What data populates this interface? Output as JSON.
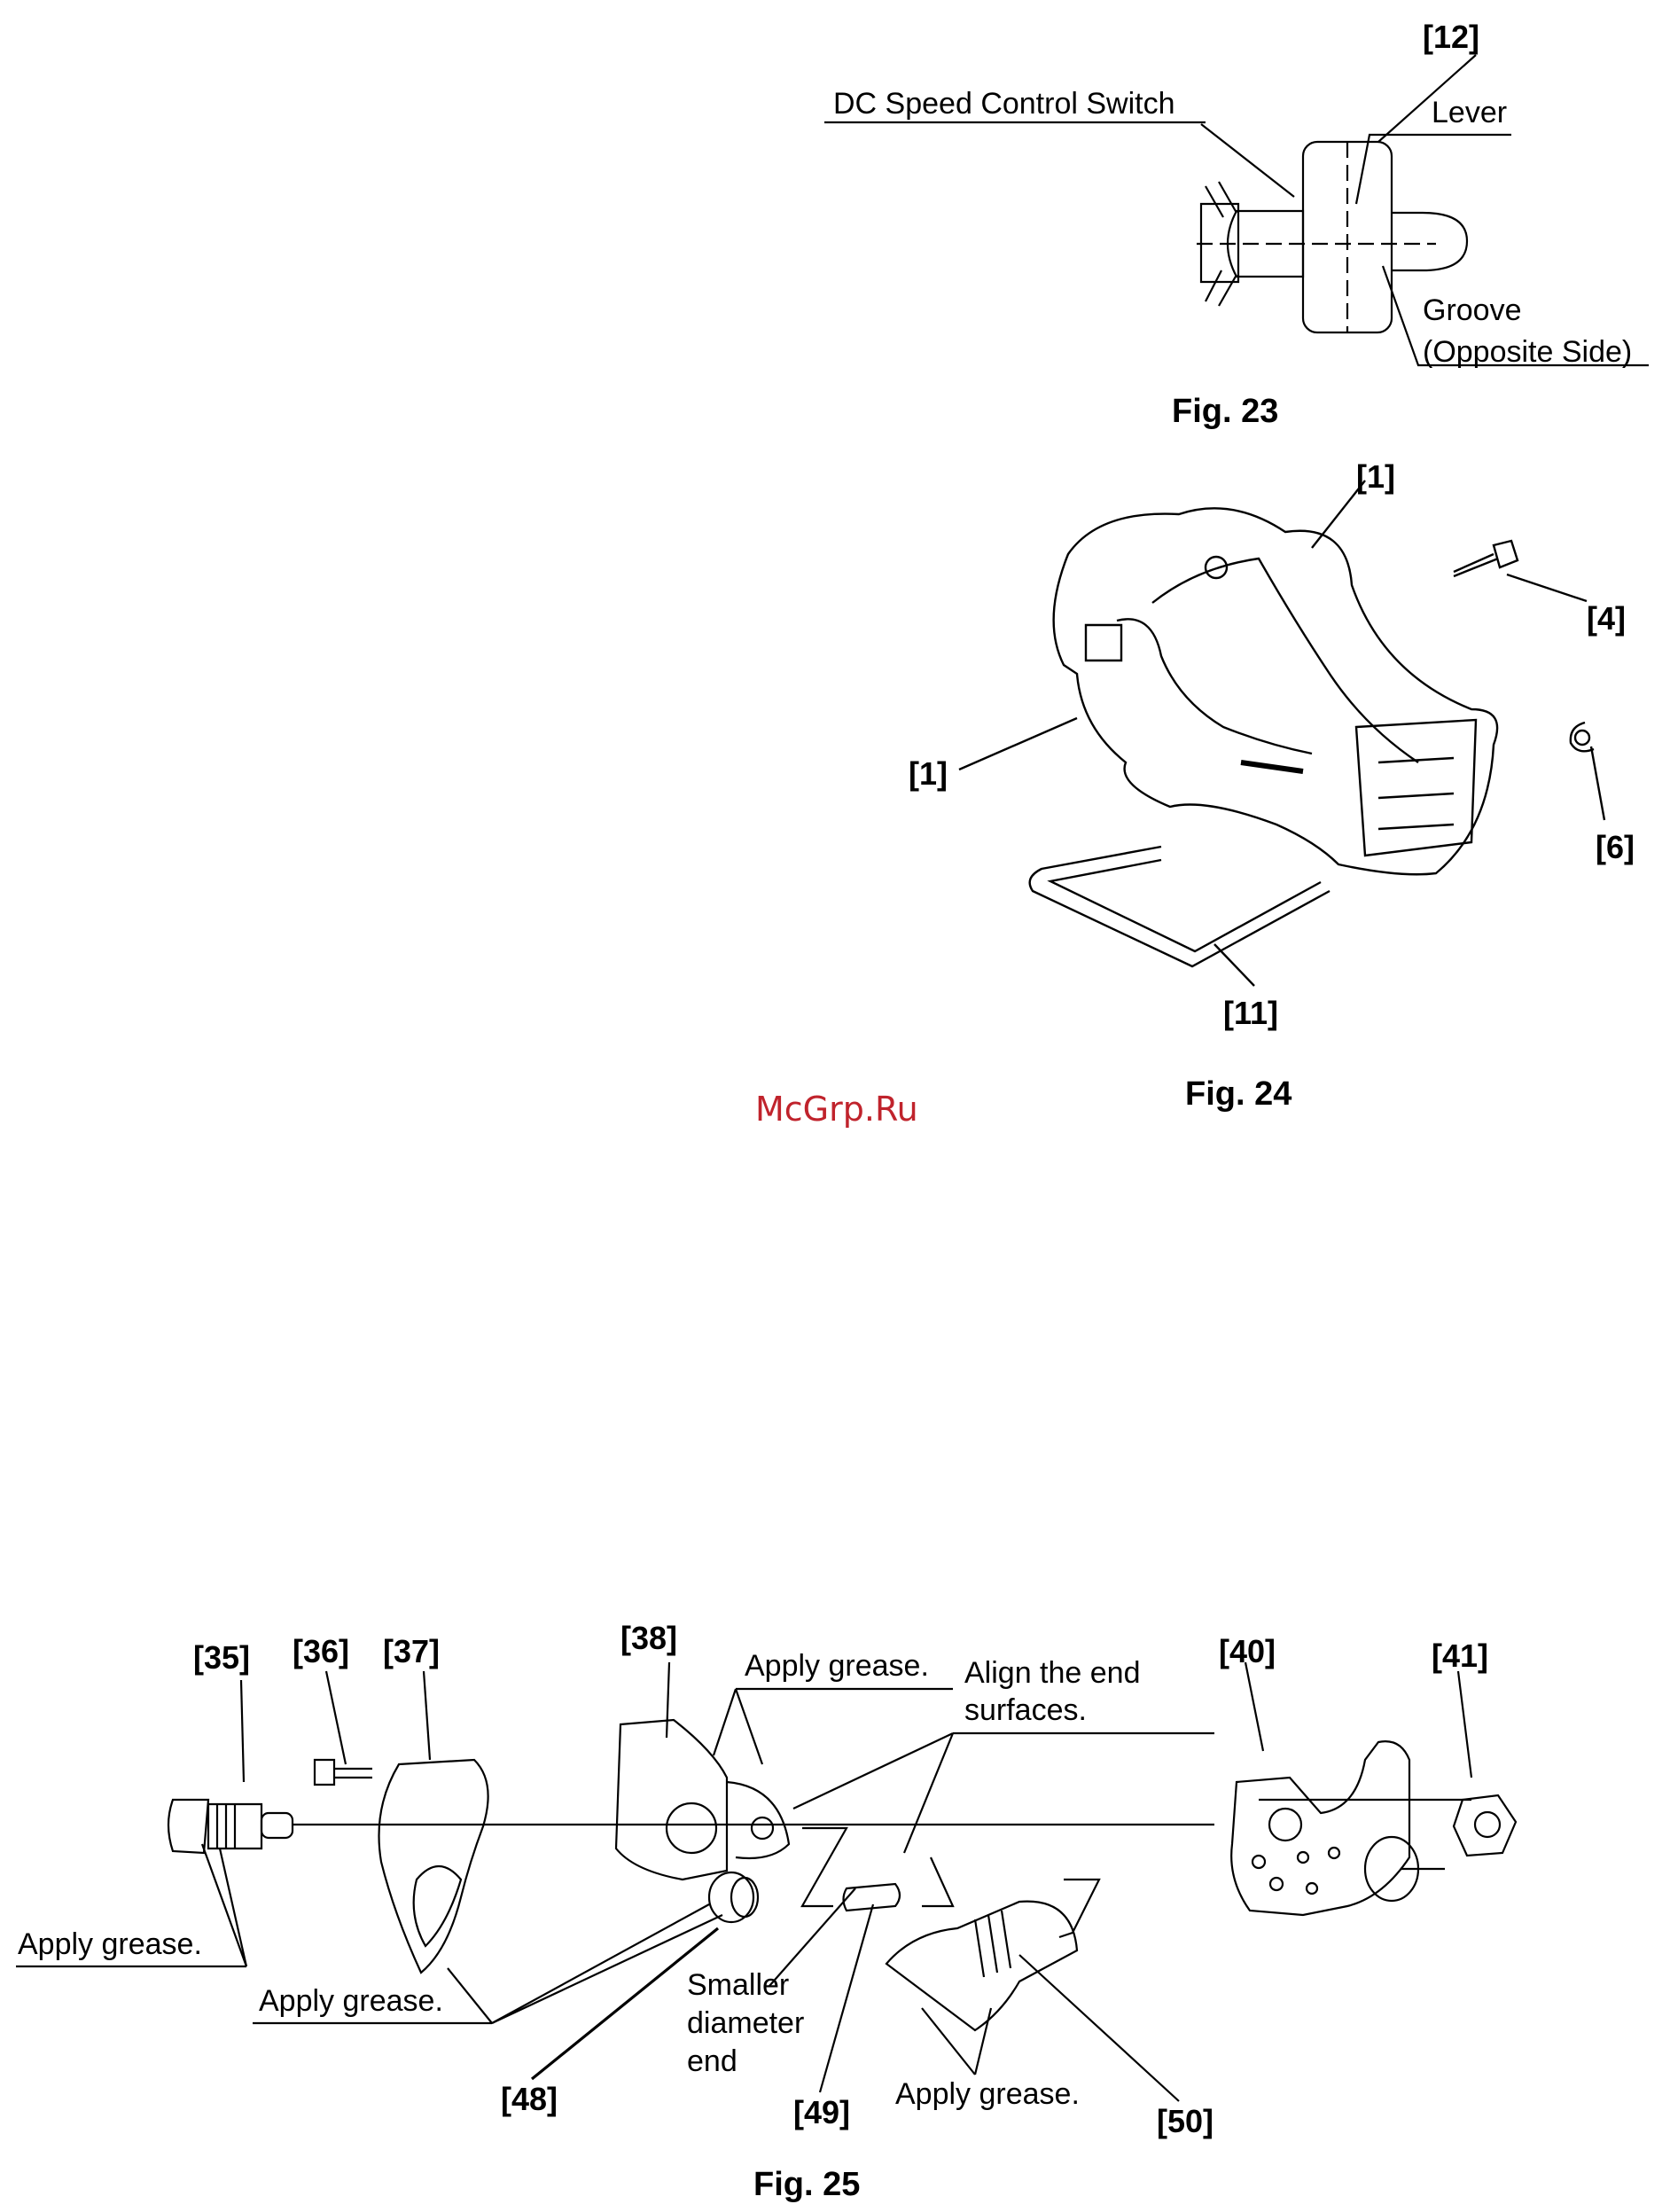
{
  "fig23": {
    "part_12": "[12]",
    "switch_label": "DC Speed Control Switch",
    "lever_label": "Lever",
    "groove_label": "Groove",
    "groove_side": "(Opposite Side)",
    "caption": "Fig. 23"
  },
  "fig24": {
    "part_1_top": "[1]",
    "part_1_left": "[1]",
    "part_4": "[4]",
    "part_6": "[6]",
    "part_11": "[11]",
    "caption": "Fig. 24"
  },
  "watermark": "McGrp.Ru",
  "fig25": {
    "part_35": "[35]",
    "part_36": "[36]",
    "part_37": "[37]",
    "part_38": "[38]",
    "part_40": "[40]",
    "part_41": "[41]",
    "part_48": "[48]",
    "part_49": "[49]",
    "part_50": "[50]",
    "apply_grease_top": "Apply grease.",
    "align_line1": "Align the end",
    "align_line2": "surfaces.",
    "apply_grease_left": "Apply grease.",
    "apply_grease_mid": "Apply grease.",
    "smaller_line1": "Smaller",
    "smaller_line2": "diameter",
    "smaller_line3": "end",
    "apply_grease_bottom": "Apply grease.",
    "caption": "Fig. 25"
  }
}
